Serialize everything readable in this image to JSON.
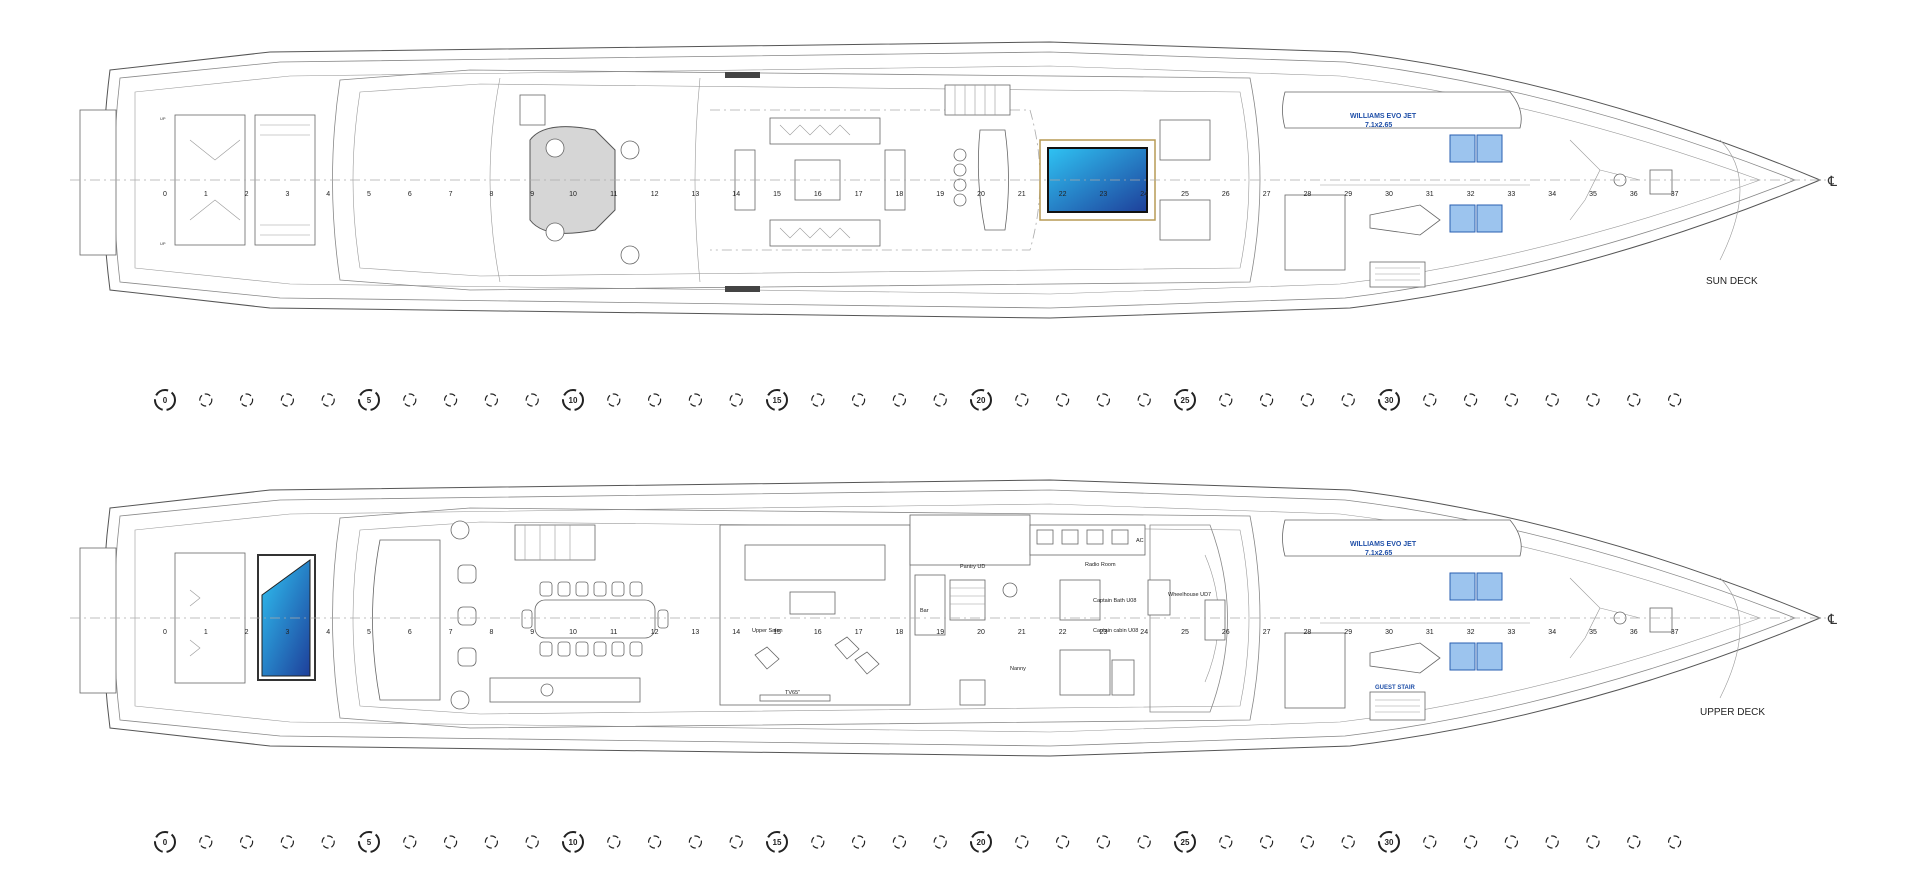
{
  "sun_deck": {
    "title": "SUN DECK",
    "tender": {
      "name": "WILLIAMS EVO JET",
      "size": "7.1x2.65"
    },
    "frames": [
      "0",
      "1",
      "2",
      "3",
      "4",
      "5",
      "6",
      "7",
      "8",
      "9",
      "10",
      "11",
      "12",
      "13",
      "14",
      "15",
      "16",
      "17",
      "18",
      "19",
      "20",
      "21",
      "22",
      "23",
      "24",
      "25",
      "26",
      "27",
      "28",
      "29",
      "30",
      "31",
      "32",
      "33",
      "34",
      "35",
      "36",
      "37"
    ]
  },
  "upper_deck": {
    "title": "UPPER DECK",
    "tender": {
      "name": "WILLIAMS EVO JET",
      "size": "7.1x2.65"
    },
    "guest_stair": "GUEST STAIR",
    "rooms": {
      "upper_salon": "Upper Salon",
      "pantry": "Pantry UD",
      "radio_room": "Radio Room",
      "wheelhouse": "Wheelhouse UD7",
      "captain_bath": "Captain Bath U08",
      "captain_cabin": "Captain cabin U08",
      "nanny": "Nanny",
      "tv": "TV65\"",
      "ac": "AC",
      "bar": "Bar"
    },
    "frames": [
      "0",
      "1",
      "2",
      "3",
      "4",
      "5",
      "6",
      "7",
      "8",
      "9",
      "10",
      "11",
      "12",
      "13",
      "14",
      "15",
      "16",
      "17",
      "18",
      "19",
      "20",
      "21",
      "22",
      "23",
      "24",
      "25",
      "26",
      "27",
      "28",
      "29",
      "30",
      "31",
      "32",
      "33",
      "34",
      "35",
      "36",
      "37"
    ]
  },
  "frame_markers": {
    "major": [
      "0",
      "5",
      "10",
      "15",
      "20",
      "25",
      "30"
    ]
  },
  "centerline_symbol": "℄",
  "up_label": "UP",
  "colors": {
    "tender": "#1f4fa8",
    "pool_light": "#2fc3f3",
    "pool_dark": "#1e3f9a",
    "tender_fill": "#9cc4ee"
  }
}
